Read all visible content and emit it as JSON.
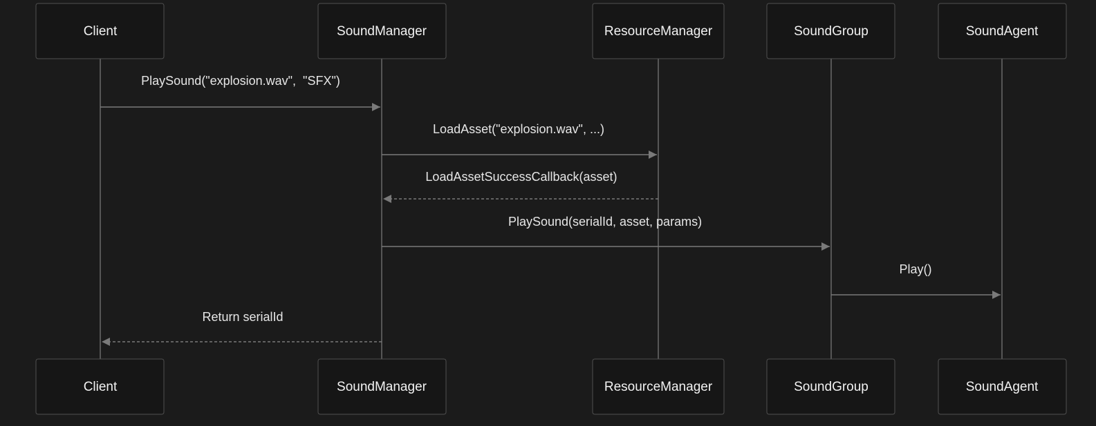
{
  "participants": [
    {
      "id": "client",
      "name": "Client"
    },
    {
      "id": "soundmanager",
      "name": "SoundManager"
    },
    {
      "id": "resourcemanager",
      "name": "ResourceManager"
    },
    {
      "id": "soundgroup",
      "name": "SoundGroup"
    },
    {
      "id": "soundagent",
      "name": "SoundAgent"
    }
  ],
  "messages": [
    {
      "from": "client",
      "to": "soundmanager",
      "label": "PlaySound(\"explosion.wav\",  \"SFX\")",
      "style": "solid"
    },
    {
      "from": "soundmanager",
      "to": "resourcemanager",
      "label": "LoadAsset(\"explosion.wav\", ...)",
      "style": "solid"
    },
    {
      "from": "resourcemanager",
      "to": "soundmanager",
      "label": "LoadAssetSuccessCallback(asset)",
      "style": "dashed"
    },
    {
      "from": "soundmanager",
      "to": "soundgroup",
      "label": "PlaySound(serialId, asset, params)",
      "style": "solid"
    },
    {
      "from": "soundgroup",
      "to": "soundagent",
      "label": "Play()",
      "style": "solid"
    },
    {
      "from": "soundmanager",
      "to": "client",
      "label": "Return serialId",
      "style": "dashed"
    }
  ],
  "colors": {
    "background": "#1b1b1b",
    "box_fill": "#161616",
    "box_stroke": "#505050",
    "text": "#f2f2f2",
    "line": "#7a7a7a"
  }
}
